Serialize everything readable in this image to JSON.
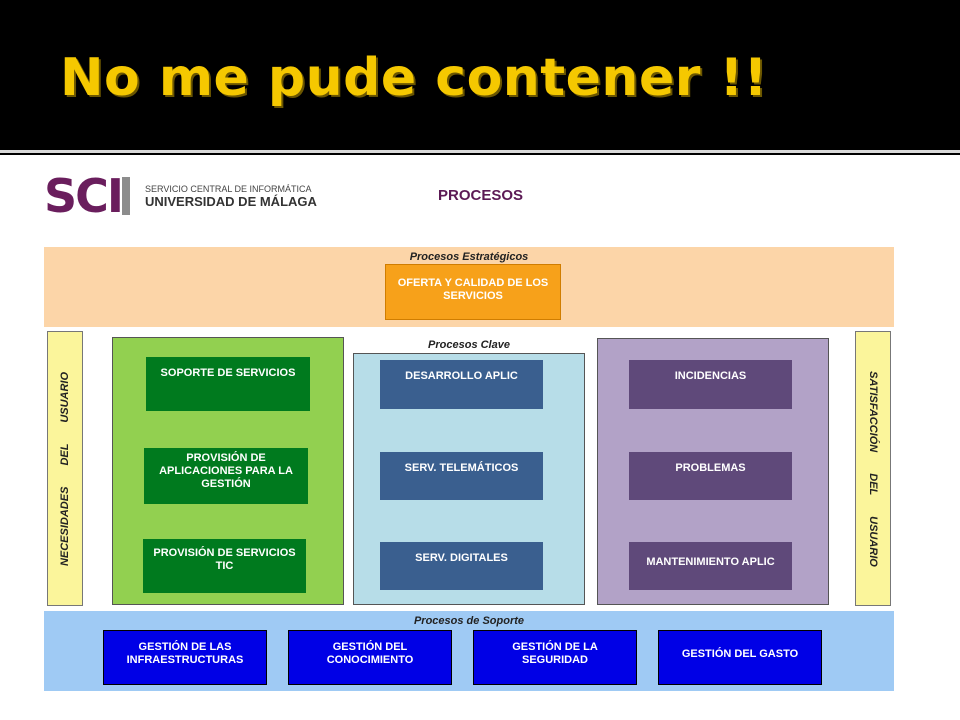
{
  "title": "No me pude contener !!",
  "logo": {
    "acronym": "SCI",
    "line1": "SERVICIO CENTRAL DE INFORMÁTICA",
    "line2": "UNIVERSIDAD DE MÁLAGA"
  },
  "heading": "PROCESOS",
  "strategic": {
    "label": "Procesos Estratégicos",
    "items": [
      "OFERTA Y CALIDAD DE LOS SERVICIOS"
    ]
  },
  "left_vertical": "NECESIDADES DEL USUARIO",
  "right_vertical": "SATISFACCIÓN DEL USUARIO",
  "key": {
    "label": "Procesos Clave",
    "green": [
      "SOPORTE DE SERVICIOS",
      "PROVISIÓN DE APLICACIONES PARA LA GESTIÓN",
      "PROVISIÓN DE SERVICIOS TIC"
    ],
    "blue": [
      "DESARROLLO APLIC",
      "SERV. TELEMÁTICOS",
      "SERV. DIGITALES"
    ],
    "purple": [
      "INCIDENCIAS",
      "PROBLEMAS",
      "MANTENIMIENTO APLIC"
    ]
  },
  "support": {
    "label": "Procesos de Soporte",
    "items": [
      "GESTIÓN DE LAS INFRAESTRUCTURAS",
      "GESTIÓN DEL CONOCIMIENTO",
      "GESTIÓN DE LA SEGURIDAD",
      "GESTIÓN DEL GASTO"
    ]
  },
  "colors": {
    "title": "#f5c800",
    "strategic_band": "#fcd5a8",
    "strategic_box": "#f7a11a",
    "green_panel": "#92d050",
    "green_box": "#007a1e",
    "blue_panel": "#b7dde8",
    "blue_box": "#3a5f8f",
    "purple_panel": "#b2a2c7",
    "purple_box": "#5f497a",
    "support_band": "#9fcaf4",
    "support_box": "#0000e6",
    "vertical_box": "#fbf59b"
  }
}
